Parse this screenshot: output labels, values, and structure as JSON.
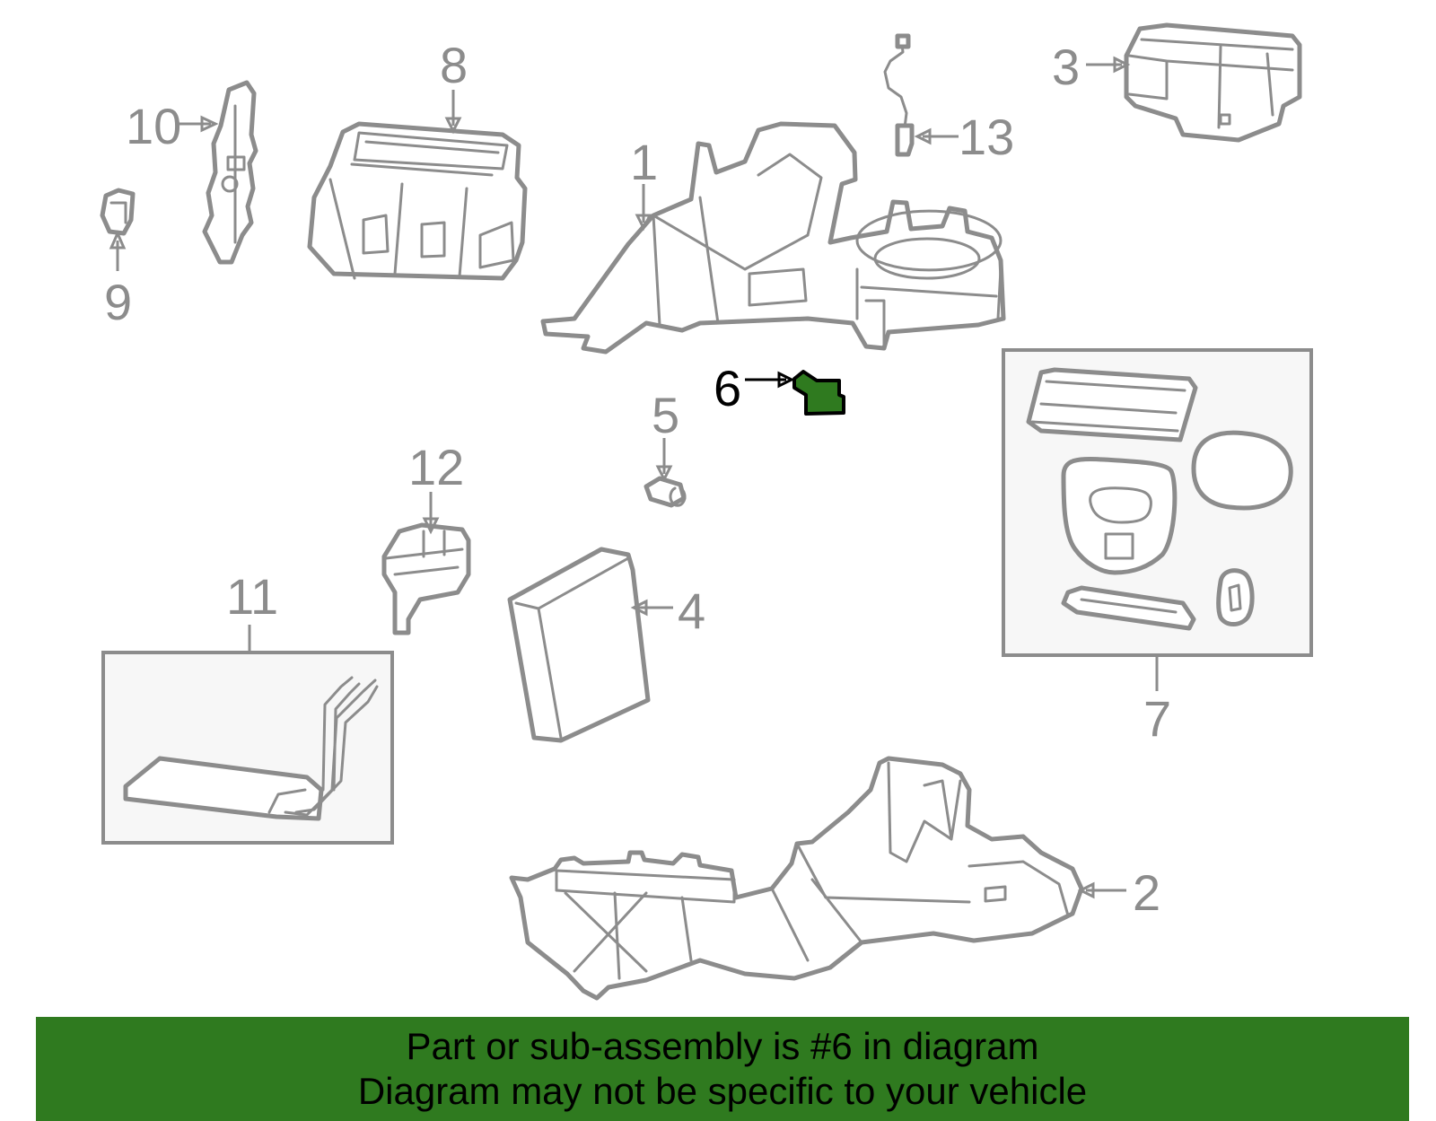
{
  "colors": {
    "highlight": "#2f7a1f",
    "line": "#8c8c8c",
    "banner_bg": "#2f7a1f",
    "banner_text": "#000000"
  },
  "highlighted_callout": "6",
  "callouts": {
    "c1": "1",
    "c2": "2",
    "c3": "3",
    "c4": "4",
    "c5": "5",
    "c6": "6",
    "c7": "7",
    "c8": "8",
    "c9": "9",
    "c10": "10",
    "c11": "11",
    "c12": "12",
    "c13": "13"
  },
  "banner": {
    "line1": "Part or sub-assembly is #6 in diagram",
    "line2": "Diagram may not be specific to your vehicle"
  }
}
